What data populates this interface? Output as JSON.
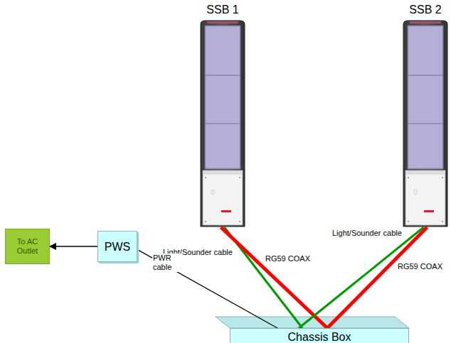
{
  "diagram": {
    "nodes": [
      {
        "text": [
          "SSB 1"
        ]
      },
      {
        "text": [
          "SSB 2"
        ]
      },
      {
        "text": [
          "To AC Outlet"
        ]
      },
      {
        "text": [
          "PWS"
        ]
      },
      {
        "text": [
          "Chassis Box"
        ]
      }
    ],
    "edges": [
      {
        "from": 0,
        "to": 4,
        "arrow": "none",
        "label": "Light/Sounder cable"
      },
      {
        "from": 0,
        "to": 4,
        "arrow": "none",
        "label": "RG59 COAX"
      },
      {
        "from": 1,
        "to": 4,
        "arrow": "none",
        "label": "Light/Sounder cable"
      },
      {
        "from": 1,
        "to": 4,
        "arrow": "none",
        "label": "RG59 COAX"
      },
      {
        "from": 3,
        "to": 2,
        "arrow": "to"
      },
      {
        "from": 3,
        "to": 4,
        "arrow": "none",
        "label": "PWR cable"
      }
    ]
  }
}
